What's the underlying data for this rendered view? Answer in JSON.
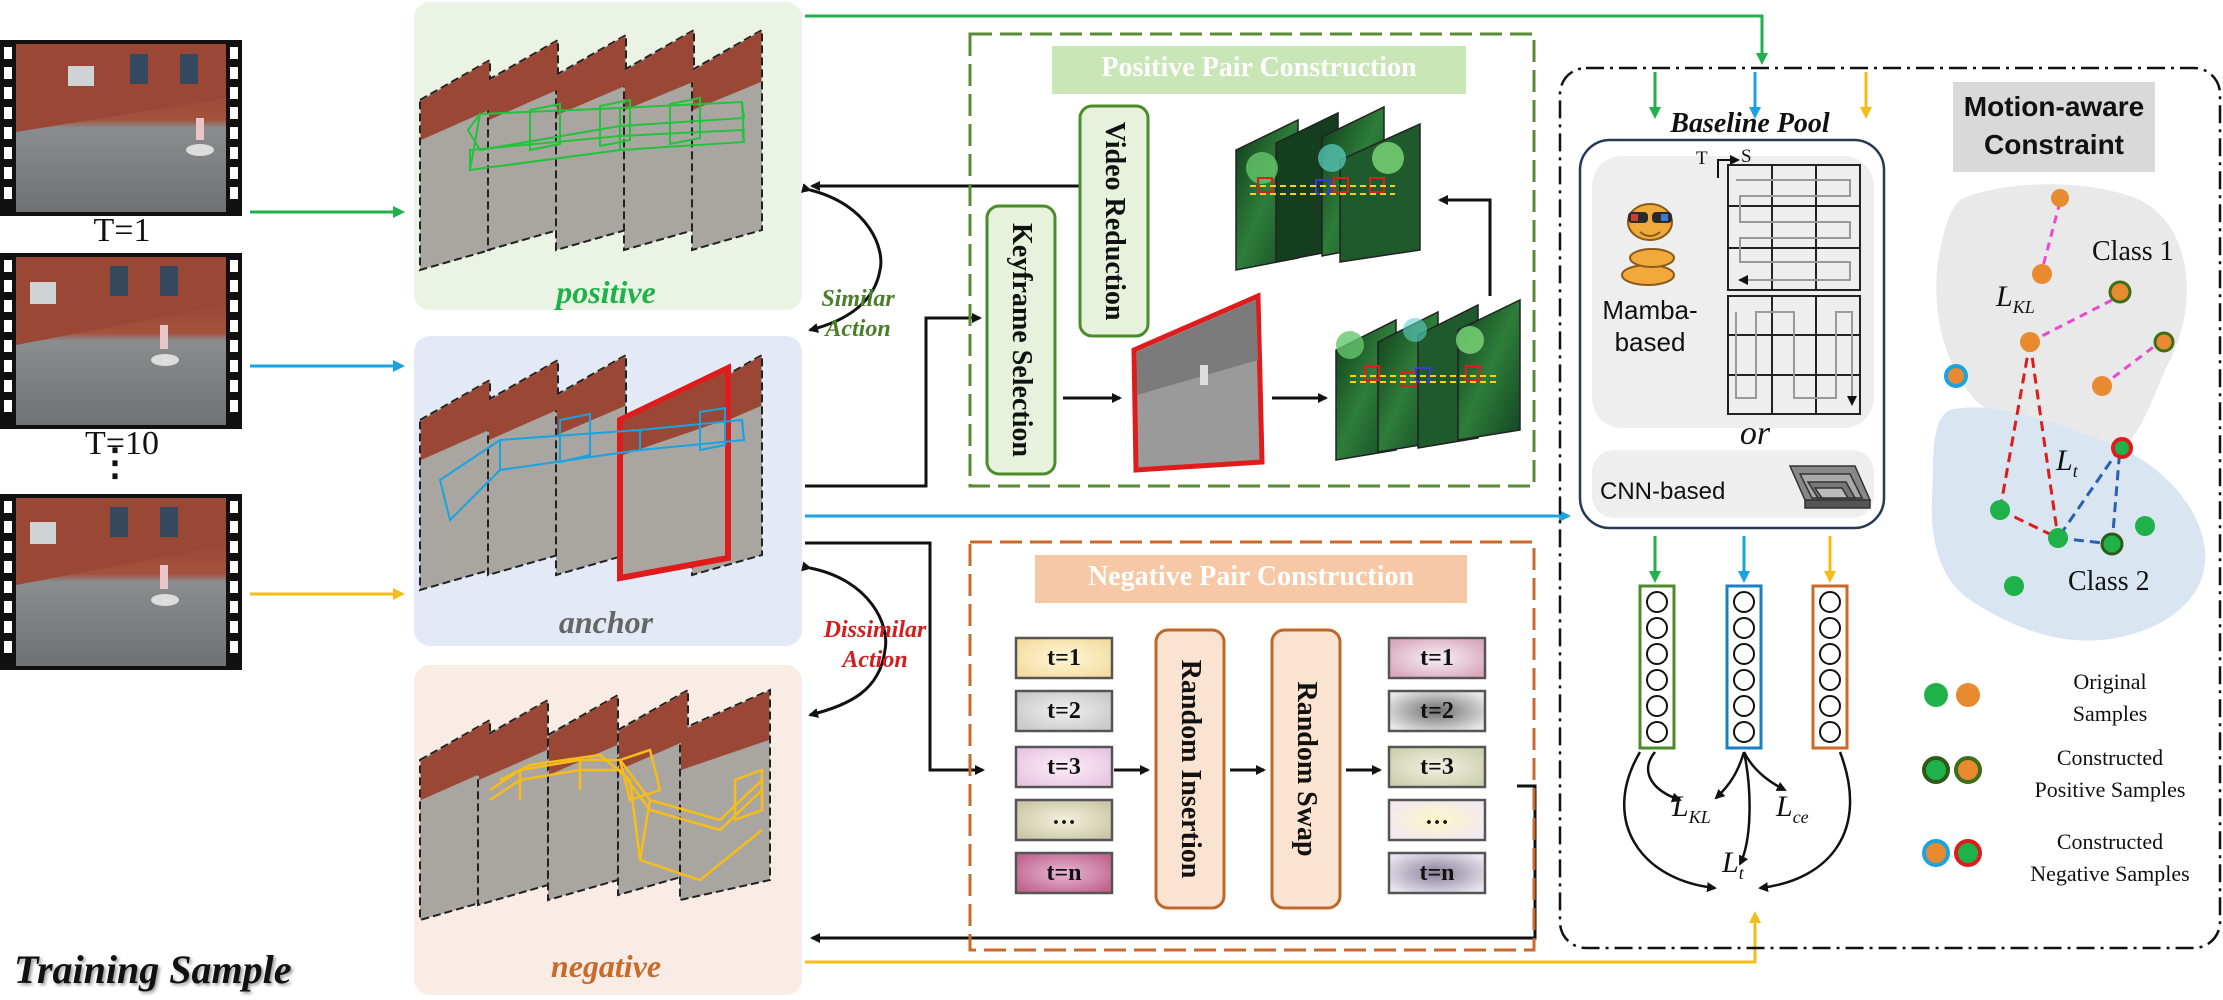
{
  "left": {
    "timesteps": [
      "T=1",
      "T=10",
      "⋮"
    ],
    "caption": "Training Sample"
  },
  "streams": {
    "positive": "positive",
    "anchor": "anchor",
    "negative": "negative",
    "similar_action": [
      "Similar",
      "Action"
    ],
    "dissimilar_action": [
      "Dissimilar",
      "Action"
    ]
  },
  "positive_pair": {
    "title": "Positive Pair Construction",
    "video_reduction": "Video Reduction",
    "keyframe_selection": "Keyframe Selection"
  },
  "negative_pair": {
    "title": "Negative Pair Construction",
    "frames_in": [
      "t=1",
      "t=2",
      "t=3",
      "…",
      "t=n"
    ],
    "random_insertion": "Random Insertion",
    "random_swap": "Random Swap",
    "frames_out": [
      "t=1",
      "t=2",
      "t=3",
      "…",
      "t=n"
    ]
  },
  "baseline": {
    "title": "Baseline Pool",
    "axis_t": "T",
    "axis_s": "S",
    "mamba": [
      "Mamba-",
      "based"
    ],
    "or": "or",
    "cnn": "CNN-based",
    "loss_kl": "L",
    "loss_kl_sub": "KL",
    "loss_ce": "L",
    "loss_ce_sub": "ce",
    "loss_t": "L",
    "loss_t_sub": "t"
  },
  "motion": {
    "title": [
      "Motion-aware",
      "Constraint"
    ],
    "class1": "Class 1",
    "class2": "Class 2",
    "loss_kl": "L",
    "loss_kl_sub": "KL",
    "loss_t": "L",
    "loss_t_sub": "t",
    "legend": [
      {
        "label": [
          "Original",
          "Samples"
        ]
      },
      {
        "label": [
          "Constructed",
          "Positive Samples"
        ]
      },
      {
        "label": [
          "Constructed",
          "Negative Samples"
        ]
      }
    ]
  },
  "colors": {
    "green": "#1fb14a",
    "blue": "#1aa3e0",
    "yellow": "#f6bd1a",
    "red": "#e01b1b",
    "orange": "#e88a2f"
  }
}
